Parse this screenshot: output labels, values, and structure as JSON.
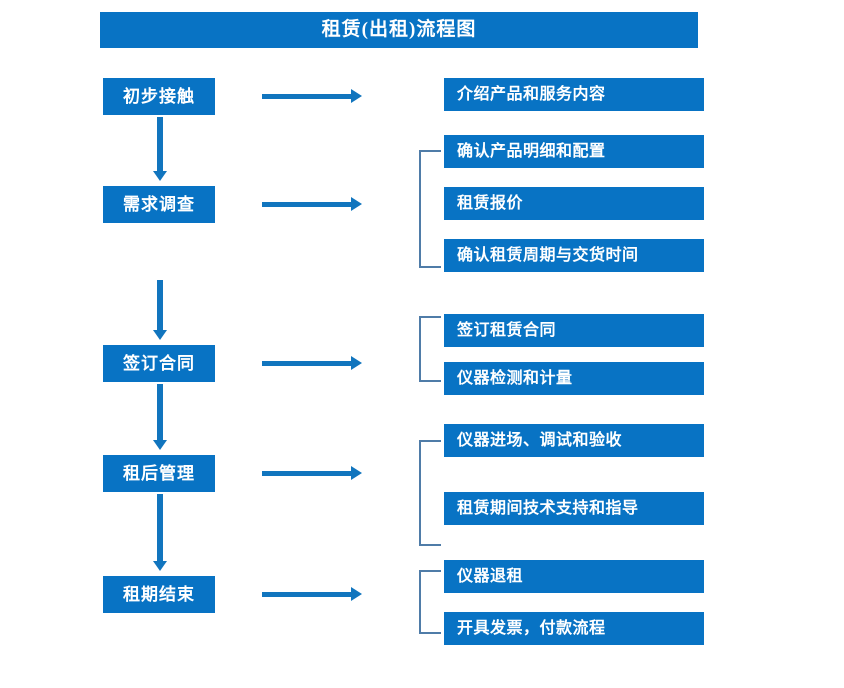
{
  "title": {
    "text": "租赁(出租)流程图"
  },
  "colors": {
    "box_blue": "#0873c4",
    "arrow_blue": "#1175be",
    "bracket_blue": "#4f7ca8",
    "text_white": "#ffffff",
    "background": "#ffffff"
  },
  "flow": {
    "stages": [
      {
        "key": "initial-contact",
        "label": "初步接触",
        "details": [
          "介绍产品和服务内容"
        ]
      },
      {
        "key": "demand-survey",
        "label": "需求调查",
        "details": [
          "确认产品明细和配置",
          "租赁报价",
          "确认租赁周期与交货时间"
        ]
      },
      {
        "key": "sign-contract",
        "label": "签订合同",
        "details": [
          "签订租赁合同",
          "仪器检测和计量"
        ]
      },
      {
        "key": "post-rental-management",
        "label": "租后管理",
        "details": [
          "仪器进场、调试和验收",
          "租赁期间技术支持和指导"
        ]
      },
      {
        "key": "lease-end",
        "label": "租期结束",
        "details": [
          "仪器退租",
          "开具发票，付款流程"
        ]
      }
    ]
  },
  "nodes": {
    "left": [
      {
        "label": "初步接触"
      },
      {
        "label": "需求调查"
      },
      {
        "label": "签订合同"
      },
      {
        "label": "租后管理"
      },
      {
        "label": "租期结束"
      }
    ],
    "right": [
      {
        "label": "介绍产品和服务内容"
      },
      {
        "label": "确认产品明细和配置"
      },
      {
        "label": "租赁报价"
      },
      {
        "label": "确认租赁周期与交货时间"
      },
      {
        "label": "签订租赁合同"
      },
      {
        "label": "仪器检测和计量"
      },
      {
        "label": "仪器进场、调试和验收"
      },
      {
        "label": "租赁期间技术支持和指导"
      },
      {
        "label": "仪器退租"
      },
      {
        "label": "开具发票，付款流程"
      }
    ]
  }
}
